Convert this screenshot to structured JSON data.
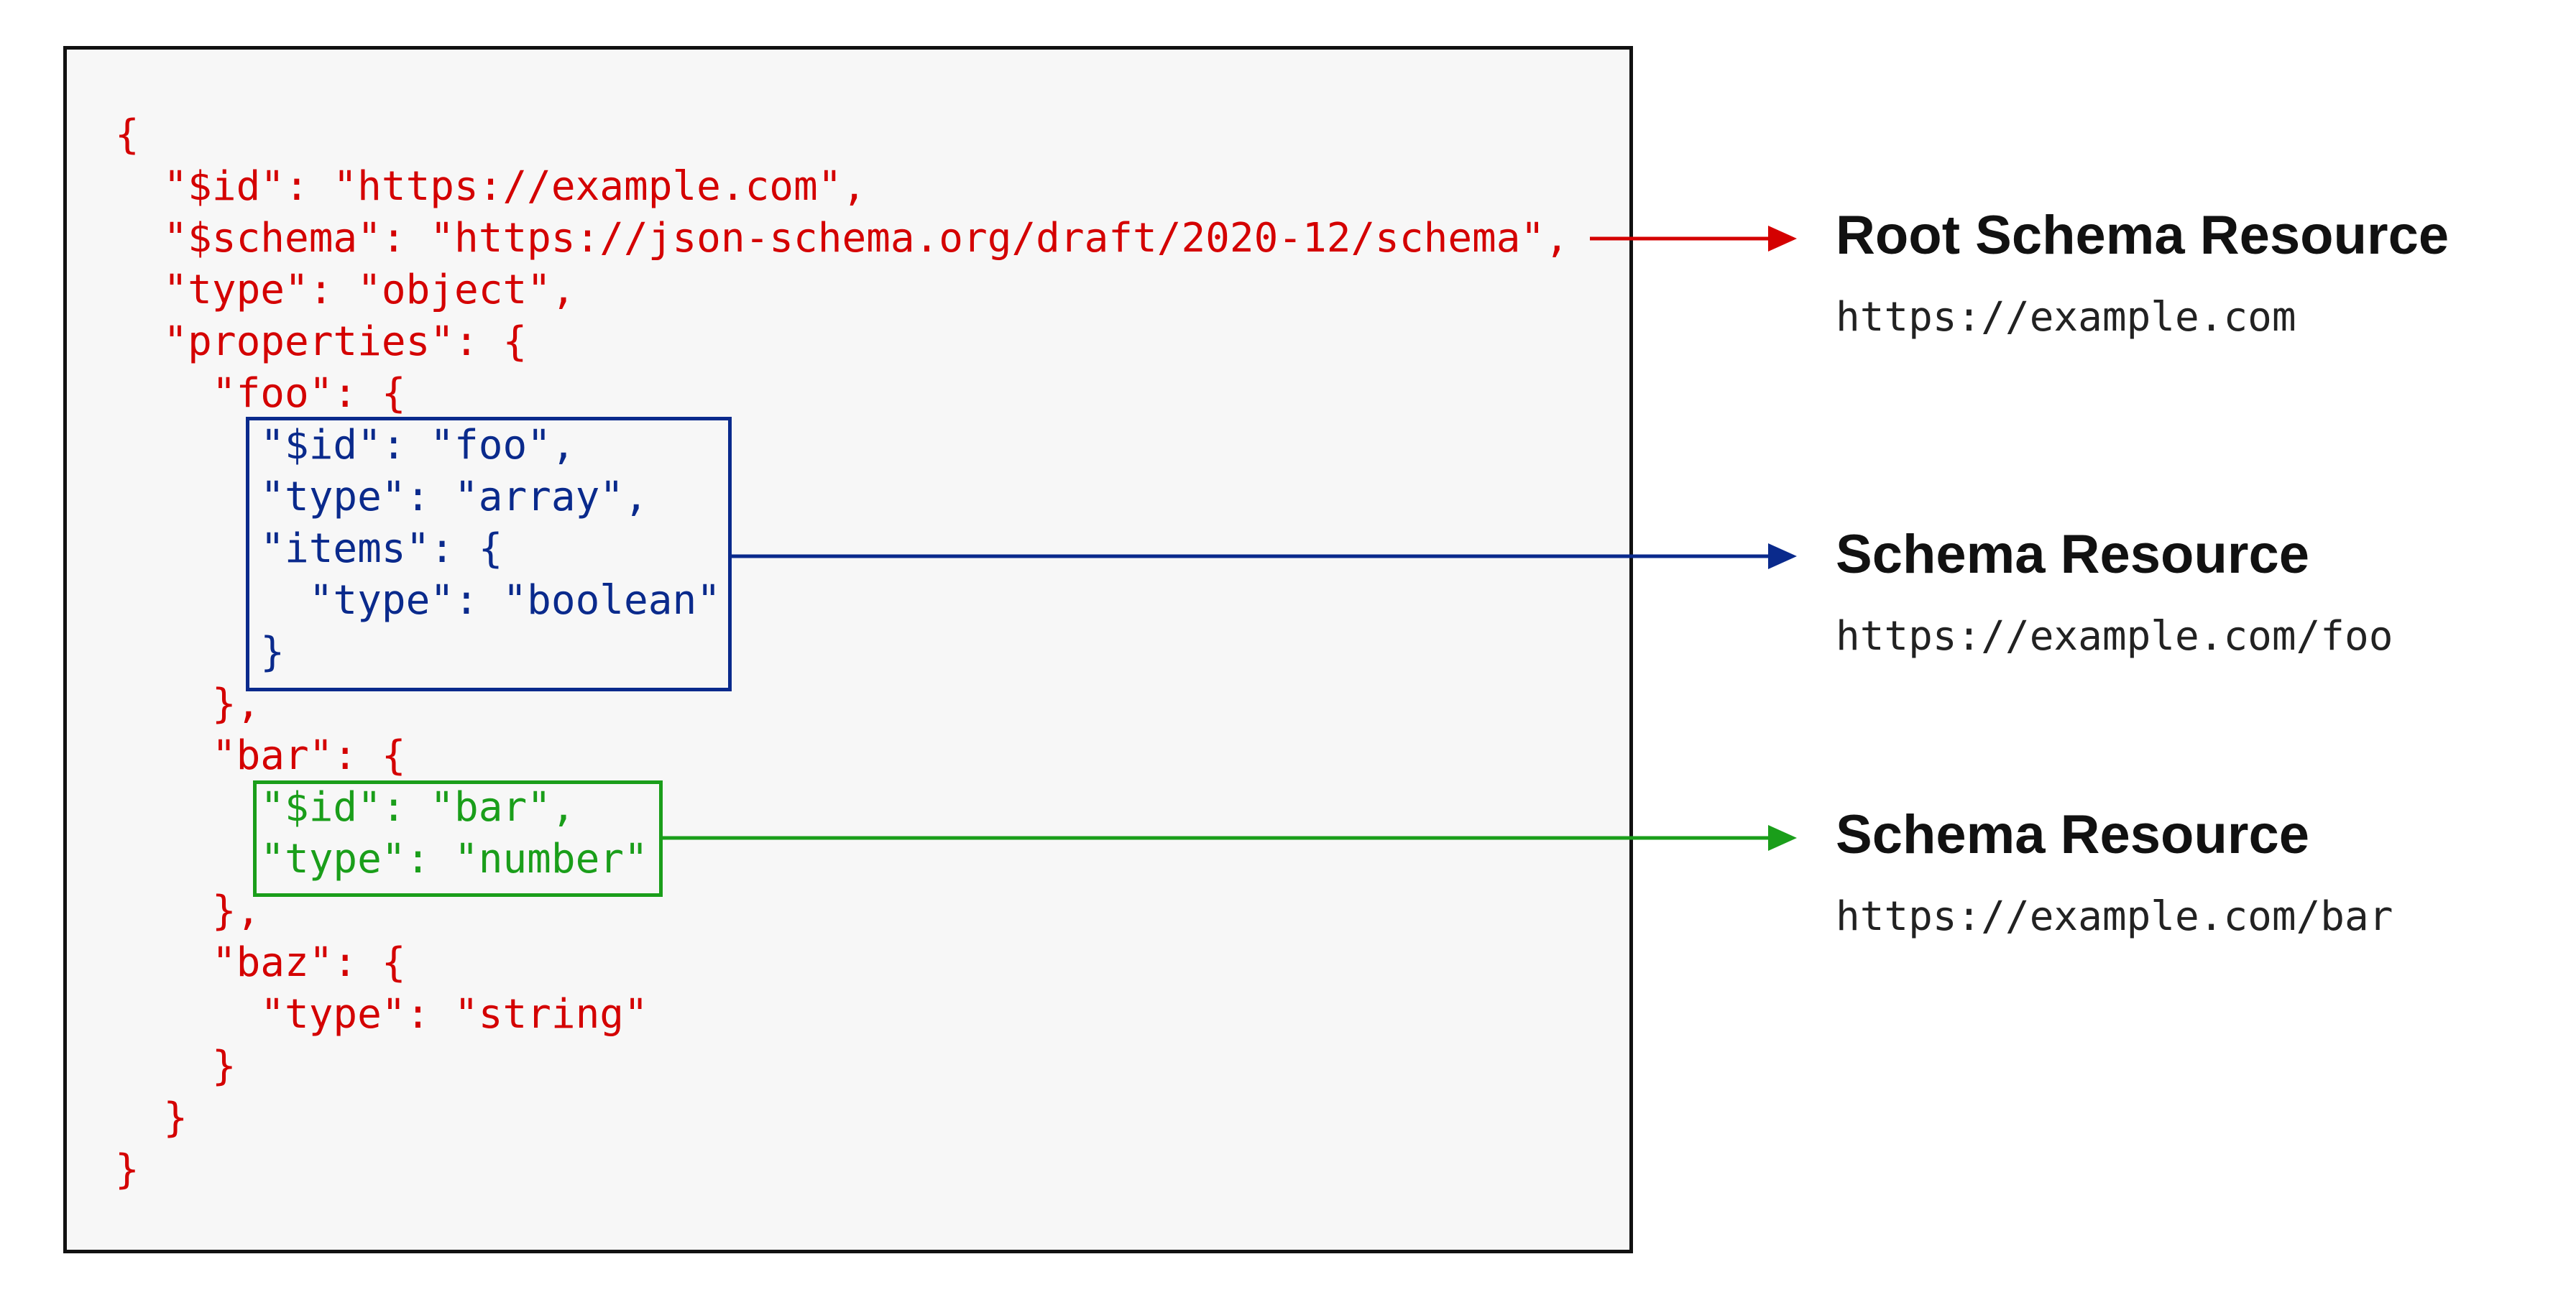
{
  "code": {
    "lines": [
      "{",
      "  \"$id\": \"https://example.com\",",
      "  \"$schema\": \"https://json-schema.org/draft/2020-12/schema\",",
      "  \"type\": \"object\",",
      "  \"properties\": {",
      "    \"foo\": {",
      "      \"$id\": \"foo\",",
      "      \"type\": \"array\",",
      "      \"items\": {",
      "        \"type\": \"boolean\"",
      "      }",
      "    },",
      "    \"bar\": {",
      "      \"$id\": \"bar\",",
      "      \"type\": \"number\"",
      "    },",
      "    \"baz\": {",
      "      \"type\": \"string\"",
      "    }",
      "  }",
      "}"
    ]
  },
  "resources": [
    {
      "title": "Root Schema Resource",
      "url": "https://example.com",
      "color": "#d40000"
    },
    {
      "title": "Schema Resource",
      "url": "https://example.com/foo",
      "color": "#0a2a8c"
    },
    {
      "title": "Schema Resource",
      "url": "https://example.com/bar",
      "color": "#1a9e1a"
    }
  ],
  "colors": {
    "root": "#d40000",
    "foo": "#0a2a8c",
    "bar": "#1a9e1a"
  }
}
